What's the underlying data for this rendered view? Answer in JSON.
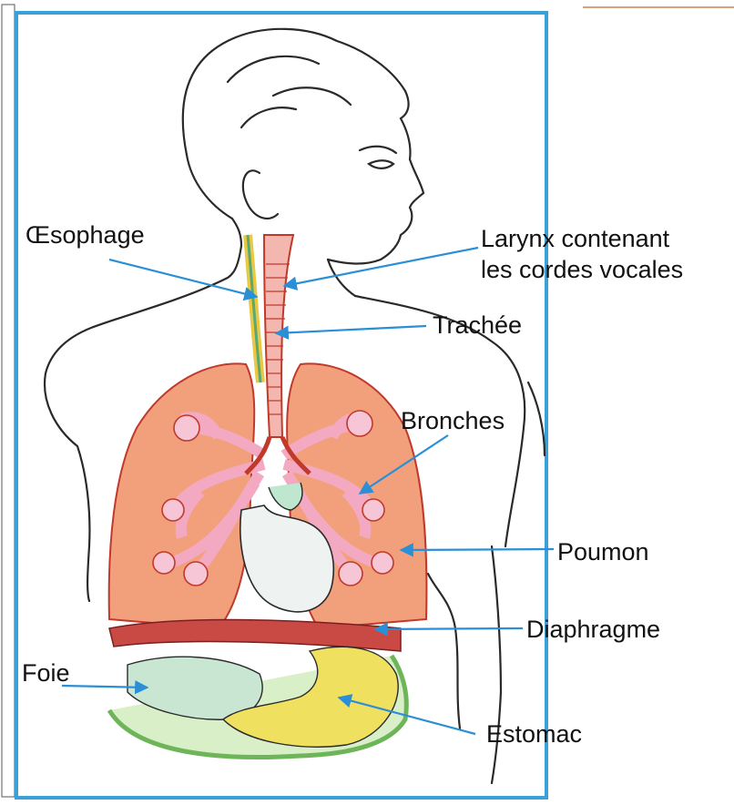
{
  "diagram": {
    "colors": {
      "frame": "#3aa0d8",
      "arrow": "#2a8fd6",
      "sketch": "#2a2a2a",
      "lung": "#f2a07c",
      "lung_edge": "#c0392b",
      "bronchi": "#f7c6d6",
      "trachea": "#f4b7b0",
      "heart": "#eef2f0",
      "diaphragm": "#c94a45",
      "liver": "#c9e6d2",
      "stomach": "#f0e060",
      "intestine": "#bde0a8"
    },
    "labels": {
      "oesophage": "Œsophage",
      "larynx_1": "Larynx contenant",
      "larynx_2": "les cordes vocales",
      "trachee": "Trachée",
      "bronches": "Bronches",
      "poumon": "Poumon",
      "diaphragme": "Diaphragme",
      "foie": "Foie",
      "estomac": "Estomac"
    }
  }
}
